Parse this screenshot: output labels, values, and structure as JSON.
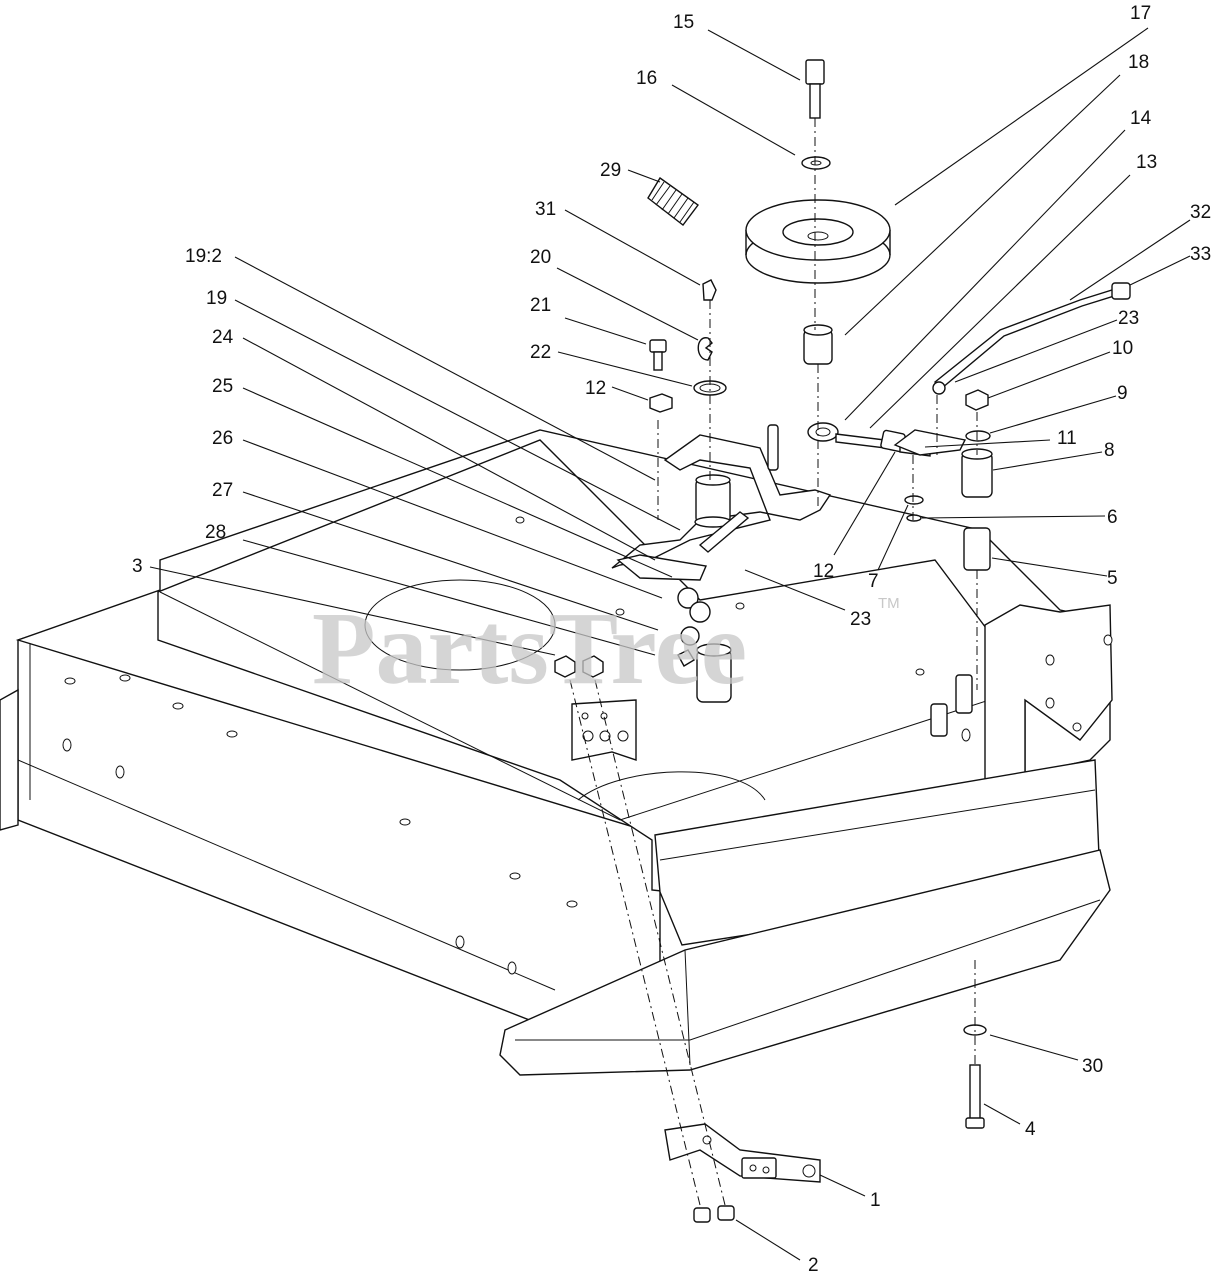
{
  "watermark": {
    "text": "PartsTree",
    "trademark": "TM"
  },
  "callouts": [
    {
      "id": "c15",
      "label": "15"
    },
    {
      "id": "c16",
      "label": "16"
    },
    {
      "id": "c17",
      "label": "17"
    },
    {
      "id": "c18",
      "label": "18"
    },
    {
      "id": "c14",
      "label": "14"
    },
    {
      "id": "c13",
      "label": "13"
    },
    {
      "id": "c29",
      "label": "29"
    },
    {
      "id": "c31",
      "label": "31"
    },
    {
      "id": "c20",
      "label": "20"
    },
    {
      "id": "c21",
      "label": "21"
    },
    {
      "id": "c22",
      "label": "22"
    },
    {
      "id": "c12a",
      "label": "12"
    },
    {
      "id": "c19_2",
      "label": "19:2"
    },
    {
      "id": "c19",
      "label": "19"
    },
    {
      "id": "c24",
      "label": "24"
    },
    {
      "id": "c25",
      "label": "25"
    },
    {
      "id": "c26",
      "label": "26"
    },
    {
      "id": "c27",
      "label": "27"
    },
    {
      "id": "c28",
      "label": "28"
    },
    {
      "id": "c3",
      "label": "3"
    },
    {
      "id": "c32",
      "label": "32"
    },
    {
      "id": "c33",
      "label": "33"
    },
    {
      "id": "c23a",
      "label": "23"
    },
    {
      "id": "c10",
      "label": "10"
    },
    {
      "id": "c9",
      "label": "9"
    },
    {
      "id": "c11",
      "label": "11"
    },
    {
      "id": "c8",
      "label": "8"
    },
    {
      "id": "c6",
      "label": "6"
    },
    {
      "id": "c12b",
      "label": "12"
    },
    {
      "id": "c7",
      "label": "7"
    },
    {
      "id": "c5",
      "label": "5"
    },
    {
      "id": "c23b",
      "label": "23"
    },
    {
      "id": "c30",
      "label": "30"
    },
    {
      "id": "c4",
      "label": "4"
    },
    {
      "id": "c1",
      "label": "1"
    },
    {
      "id": "c2",
      "label": "2"
    }
  ]
}
